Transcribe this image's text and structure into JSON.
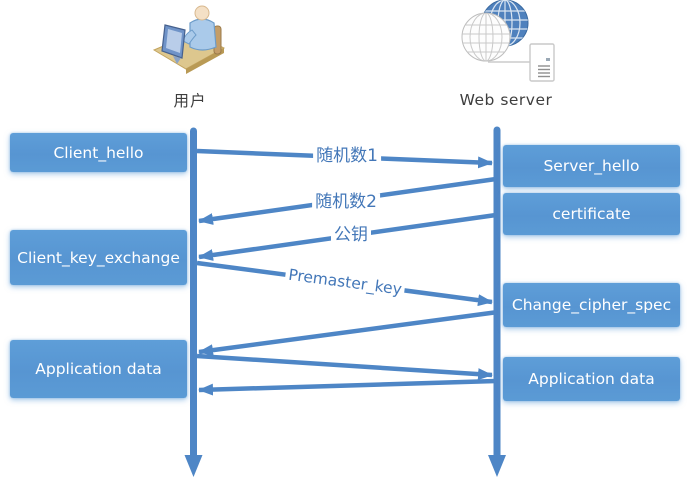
{
  "diagram": {
    "type": "sequence-diagram",
    "topic": "SSL/TLS handshake between client and web server"
  },
  "actors": {
    "client": {
      "label": "用户",
      "icon": "user-at-computer-icon"
    },
    "server": {
      "label": "Web server",
      "icon": "globe-server-icon"
    }
  },
  "client_boxes": [
    {
      "label": "Client_hello"
    },
    {
      "label": "Client_key_exchange"
    },
    {
      "label": "Application data"
    }
  ],
  "server_boxes": [
    {
      "label": "Server_hello"
    },
    {
      "label": "certificate"
    },
    {
      "label": "Change_cipher_spec"
    },
    {
      "label": "Application data"
    }
  ],
  "messages": [
    {
      "label": "随机数1",
      "direction": "client-to-server"
    },
    {
      "label": "随机数2",
      "direction": "server-to-client"
    },
    {
      "label": "公钥",
      "direction": "server-to-client"
    },
    {
      "label": "Premaster_key",
      "direction": "client-to-server"
    },
    {
      "label": "",
      "direction": "server-to-client"
    },
    {
      "label": "",
      "direction": "client-to-server"
    },
    {
      "label": "",
      "direction": "server-to-client"
    }
  ],
  "colors": {
    "box_fill": "#5b9bd5",
    "box_text": "#ffffff",
    "arrow": "#4e86c6",
    "message_label_text": "#4377b8",
    "actor_label_text": "#3e3e3e",
    "background": "#ffffff"
  }
}
